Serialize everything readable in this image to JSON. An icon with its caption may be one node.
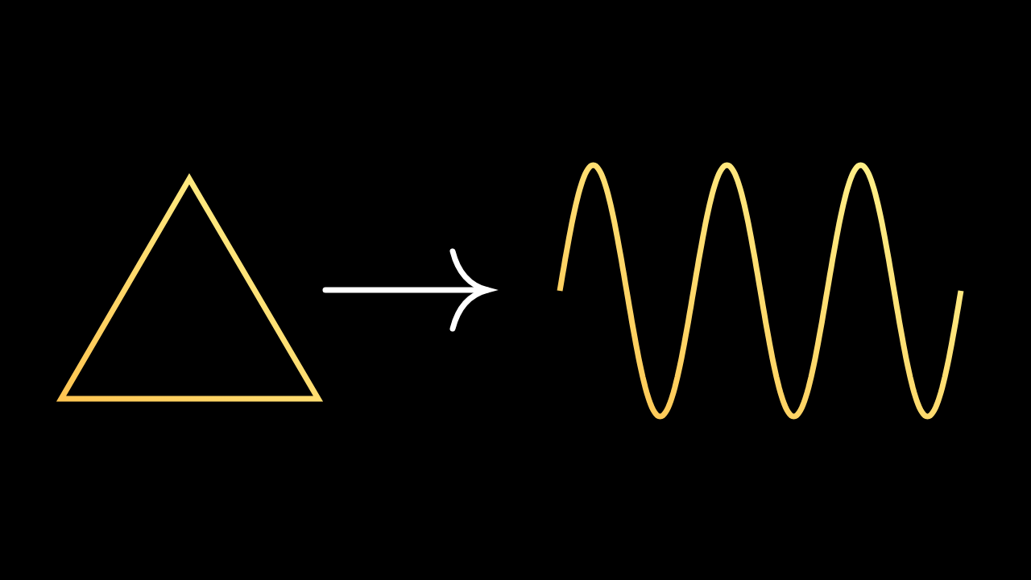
{
  "diagram": {
    "nodes": [
      {
        "text": [],
        "shape": "triangle"
      },
      {
        "text": [],
        "shape": "wave"
      }
    ],
    "edges": [
      {
        "from": 0,
        "to": 1,
        "arrow": "to"
      }
    ]
  }
}
